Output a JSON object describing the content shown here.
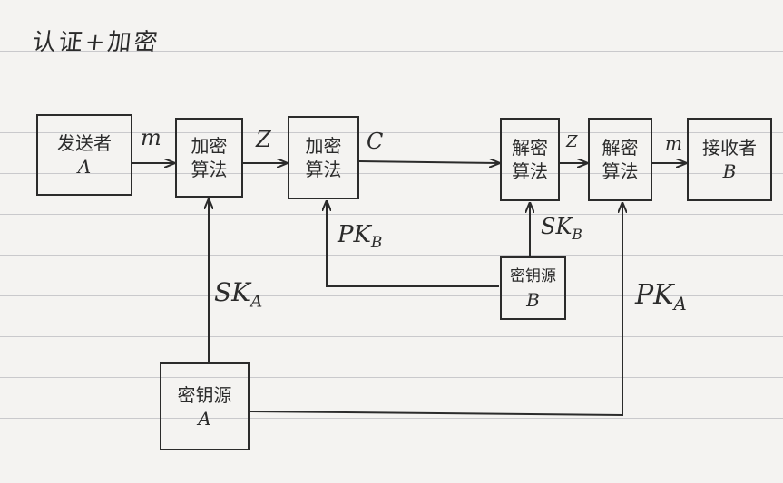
{
  "title": "认证+加密",
  "nodes": {
    "sender": {
      "line1": "发送者",
      "line2": "A"
    },
    "encrypt1": {
      "line1": "加密",
      "line2": "算法"
    },
    "encrypt2": {
      "line1": "加密",
      "line2": "算法"
    },
    "decrypt1": {
      "line1": "解密",
      "line2": "算法"
    },
    "decrypt2": {
      "line1": "解密",
      "line2": "算法"
    },
    "receiver": {
      "line1": "接收者",
      "line2": "B"
    },
    "keysource_b": {
      "line1": "密钥源",
      "line2": "B"
    },
    "keysource_a": {
      "line1": "密钥源",
      "line2": "A"
    }
  },
  "edges": {
    "m1": "m",
    "z1": "Z",
    "c": "C",
    "z2": "Z",
    "m2": "m",
    "pk_b": {
      "main": "PK",
      "sub": "B"
    },
    "sk_b": {
      "main": "SK",
      "sub": "B"
    },
    "sk_a": {
      "main": "SK",
      "sub": "A"
    },
    "pk_a": {
      "main": "PK",
      "sub": "A"
    }
  }
}
